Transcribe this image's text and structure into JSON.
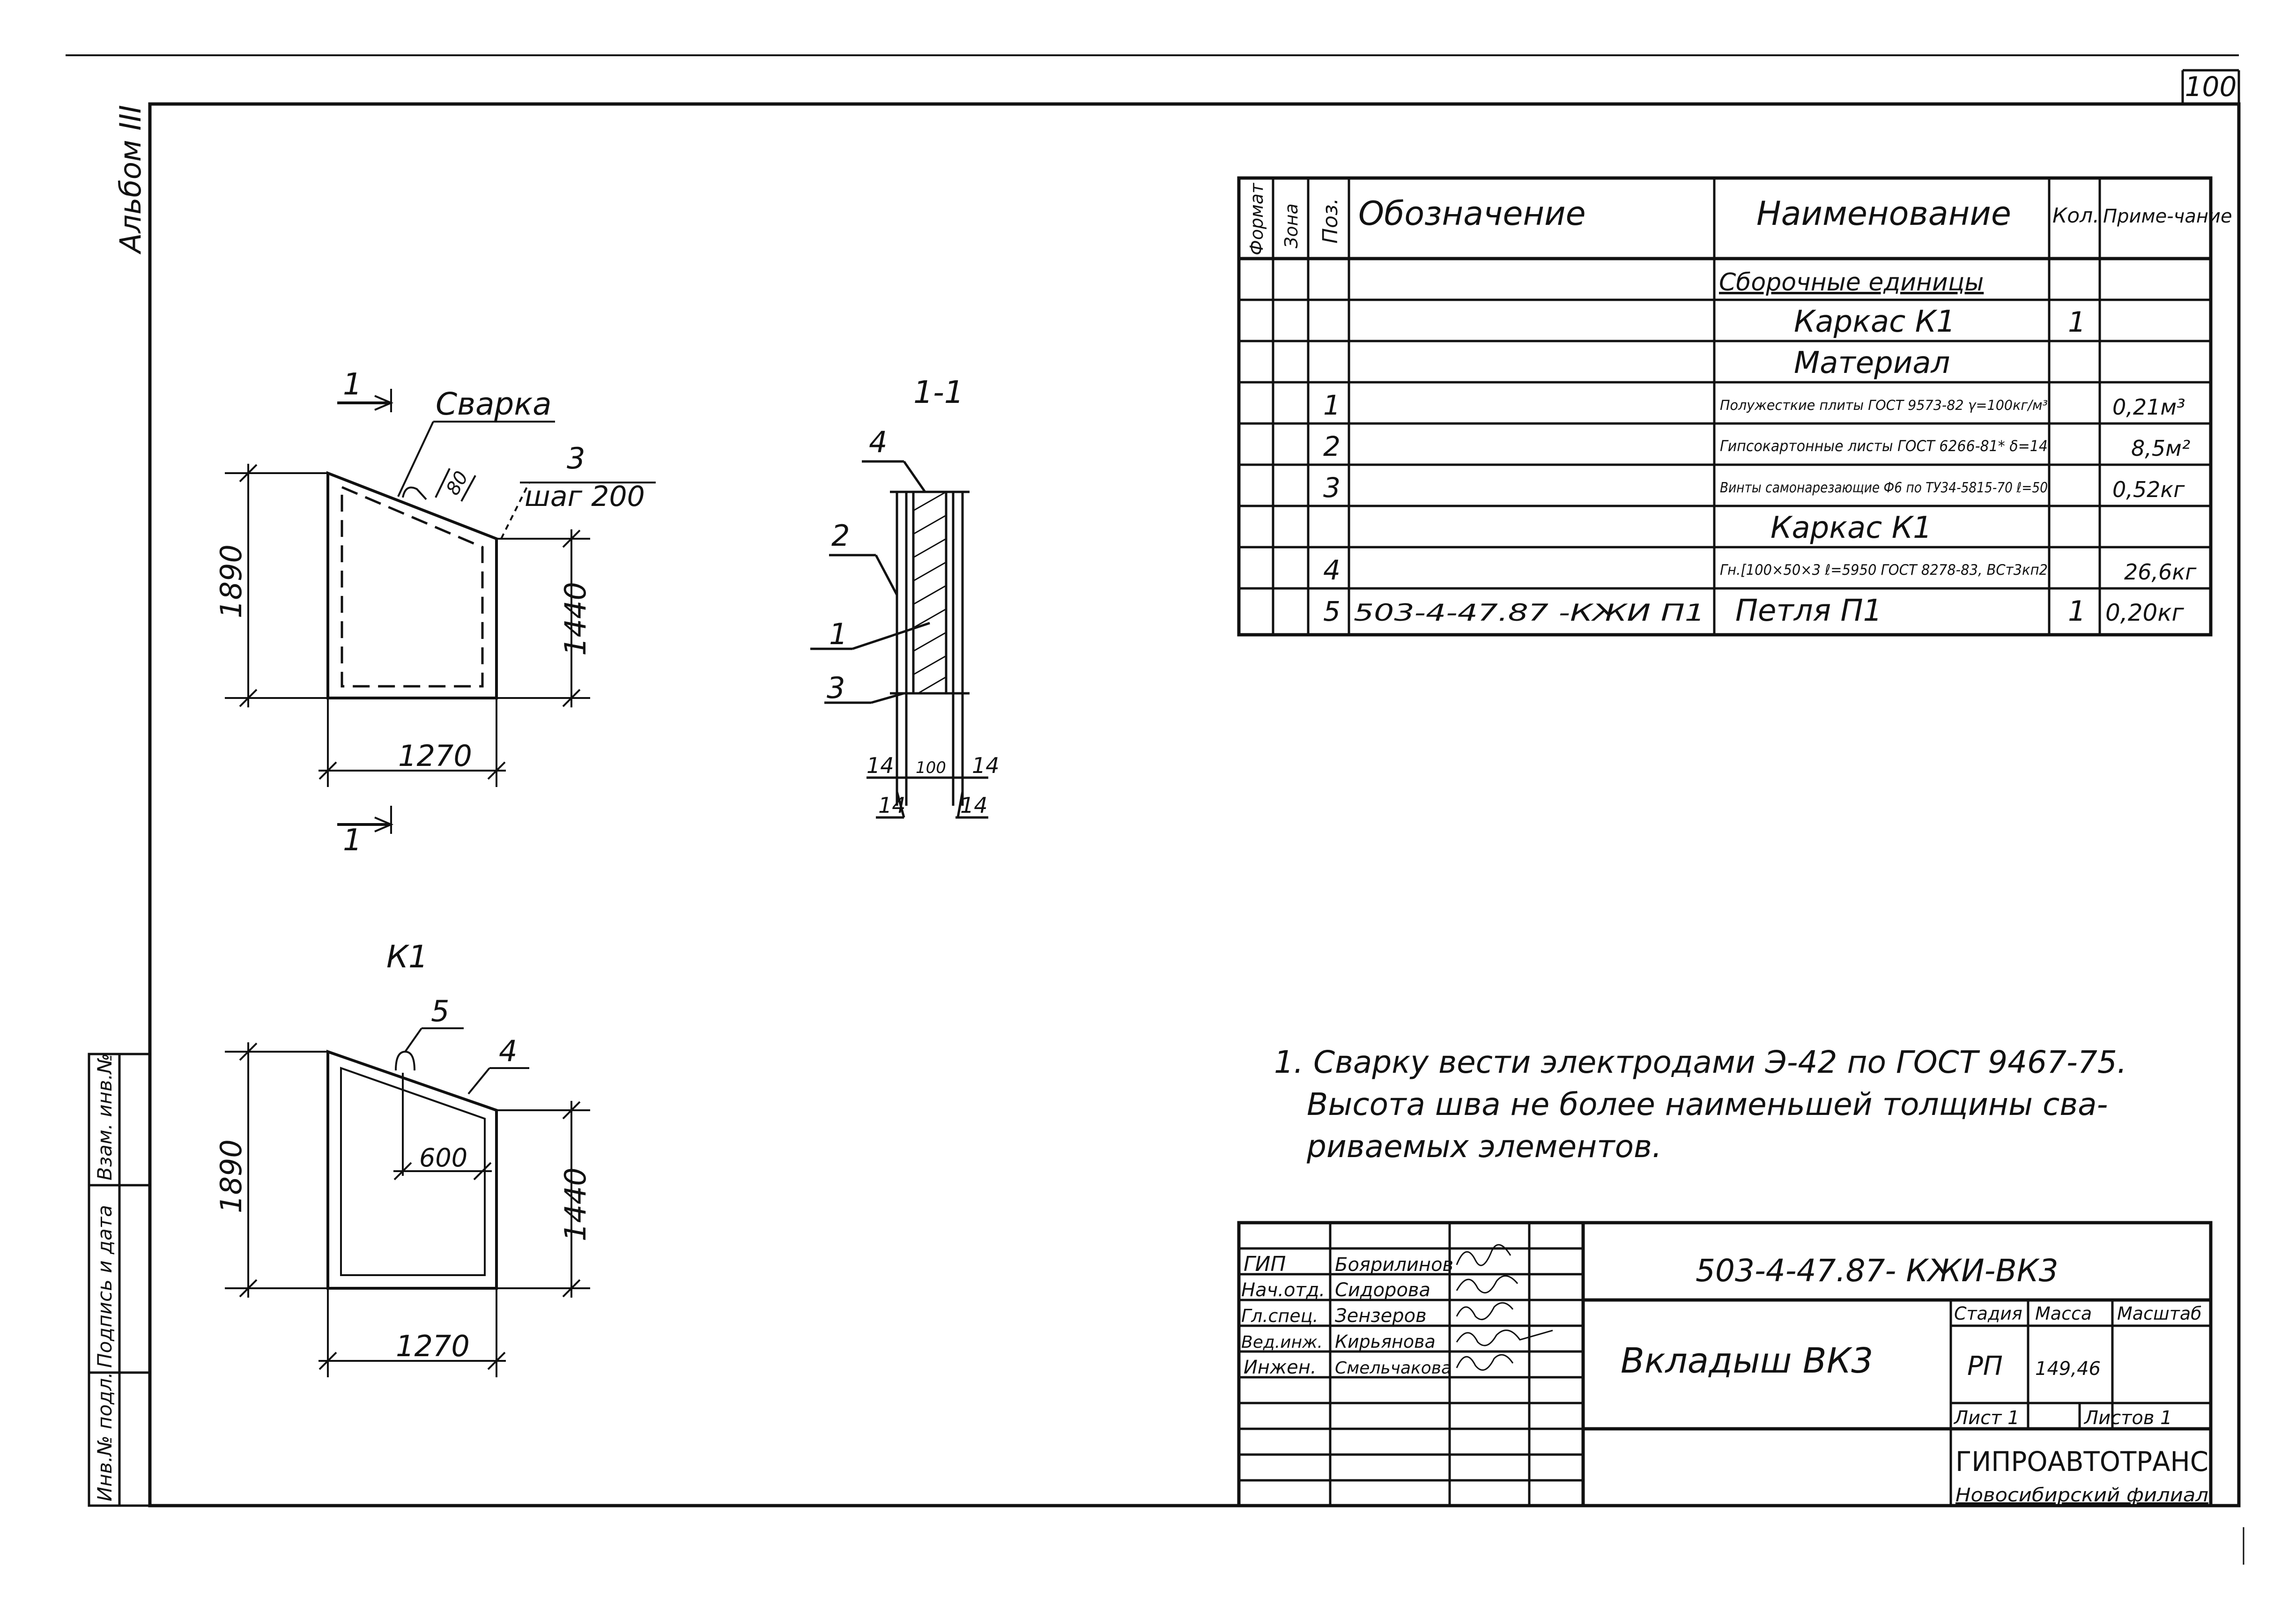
{
  "page_number": "100",
  "album_label": "Альбом III",
  "side_stamp": {
    "cells": [
      "Инв.№ подл.",
      "Подпись и дата",
      "Взам. инв.№"
    ]
  },
  "drawing1": {
    "cut_mark_top": "1",
    "cut_mark_bottom": "1",
    "weld_label": "Сварка",
    "dim_weld_size": "80",
    "note_ref": "3",
    "note_step": "шаг 200",
    "dim_height_left": "1890",
    "dim_height_right": "1440",
    "dim_width": "1270"
  },
  "section": {
    "title": "1-1",
    "callouts": [
      "4",
      "2",
      "1",
      "3"
    ],
    "dims_top": [
      "14",
      "100",
      "14"
    ],
    "dims_bottom": [
      "14",
      "14"
    ]
  },
  "k1": {
    "title": "К1",
    "callout_loop": "5",
    "callout_profile": "4",
    "dim_inner": "600",
    "dim_height_left": "1890",
    "dim_height_right": "1440",
    "dim_width": "1270"
  },
  "spec": {
    "headers": {
      "format": "Формат",
      "zone": "Зона",
      "pos": "Поз.",
      "designation": "Обозначение",
      "name": "Наименование",
      "qty": "Кол.",
      "note": "Приме-чание"
    },
    "rows": [
      {
        "pos": "",
        "designation": "",
        "name": "Сборочные единицы",
        "qty": "",
        "note": ""
      },
      {
        "pos": "",
        "designation": "",
        "name": "Каркас К1",
        "qty": "1",
        "note": ""
      },
      {
        "pos": "",
        "designation": "",
        "name": "Материал",
        "qty": "",
        "note": ""
      },
      {
        "pos": "1",
        "designation": "",
        "name": "Полужесткие плиты ГОСТ 9573-82 γ=100кг/м³",
        "qty": "",
        "note": "0,21м³"
      },
      {
        "pos": "2",
        "designation": "",
        "name": "Гипсокартонные листы ГОСТ 6266-81* δ=14",
        "qty": "",
        "note": "8,5м²"
      },
      {
        "pos": "3",
        "designation": "",
        "name": "Винты самонарезающие Ф6 по ТУ34-5815-70 ℓ=50",
        "qty": "",
        "note": "0,52кг"
      },
      {
        "pos": "",
        "designation": "",
        "name": "Каркас К1",
        "qty": "",
        "note": ""
      },
      {
        "pos": "4",
        "designation": "",
        "name": "Гн.[100×50×3 ℓ=5950 ГОСТ 8278-83, ВСт3кп2",
        "qty": "",
        "note": "26,6кг"
      },
      {
        "pos": "5",
        "designation": "503-4-47.87 -КЖИ П1",
        "name": "Петля П1",
        "qty": "1",
        "note": "0,20кг"
      }
    ]
  },
  "notes": [
    "1. Сварку вести электродами Э-42 по ГОСТ 9467-75.",
    "Высота шва не более наименьшей толщины сва-",
    "риваемых элементов."
  ],
  "title_block": {
    "code": "503-4-47.87- КЖИ-ВК3",
    "sheet_title": "Вкладыш ВК3",
    "people": [
      {
        "role": "ГИП",
        "name": "Боярилинов"
      },
      {
        "role": "Нач.отд.",
        "name": "Сидорова"
      },
      {
        "role": "Гл.спец.",
        "name": "Зензеров"
      },
      {
        "role": "Вед.инж.",
        "name": "Кирьянова"
      },
      {
        "role": "Инжен.",
        "name": "Смельчакова"
      }
    ],
    "stage_label": "Стадия",
    "mass_label": "Масса",
    "scale_label": "Масштаб",
    "stage": "РП",
    "mass": "149,46",
    "sheet_label": "Лист 1",
    "sheets_label": "Листов 1",
    "org": "ГИПРОАВТОТРАНС",
    "branch": "Новосибирский филиал"
  }
}
